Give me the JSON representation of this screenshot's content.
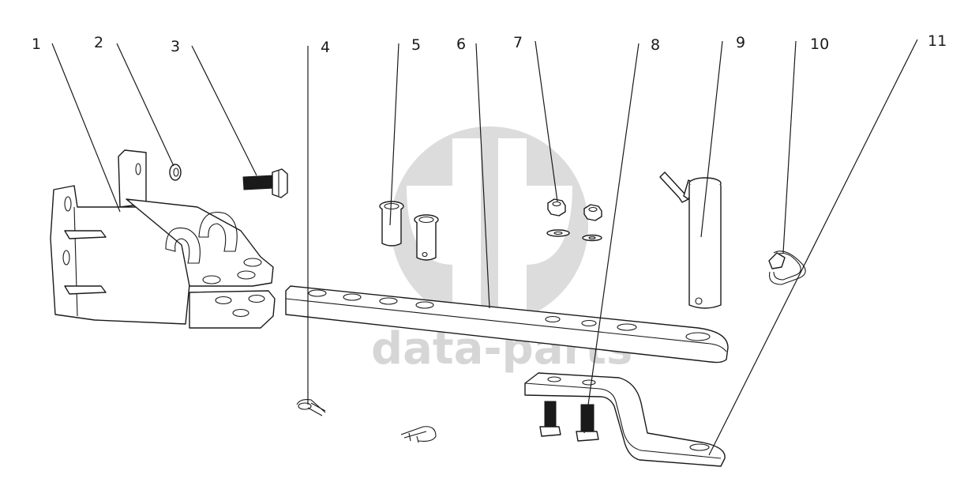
{
  "watermark": {
    "text": "data-parts",
    "color": "#d6d6d6"
  },
  "callouts": [
    {
      "id": "1",
      "label": "1"
    },
    {
      "id": "2",
      "label": "2"
    },
    {
      "id": "3",
      "label": "3"
    },
    {
      "id": "4",
      "label": "4"
    },
    {
      "id": "5",
      "label": "5"
    },
    {
      "id": "6",
      "label": "6"
    },
    {
      "id": "7",
      "label": "7"
    },
    {
      "id": "8",
      "label": "8"
    },
    {
      "id": "9",
      "label": "9"
    },
    {
      "id": "10",
      "label": "10"
    },
    {
      "id": "11",
      "label": "11"
    }
  ]
}
